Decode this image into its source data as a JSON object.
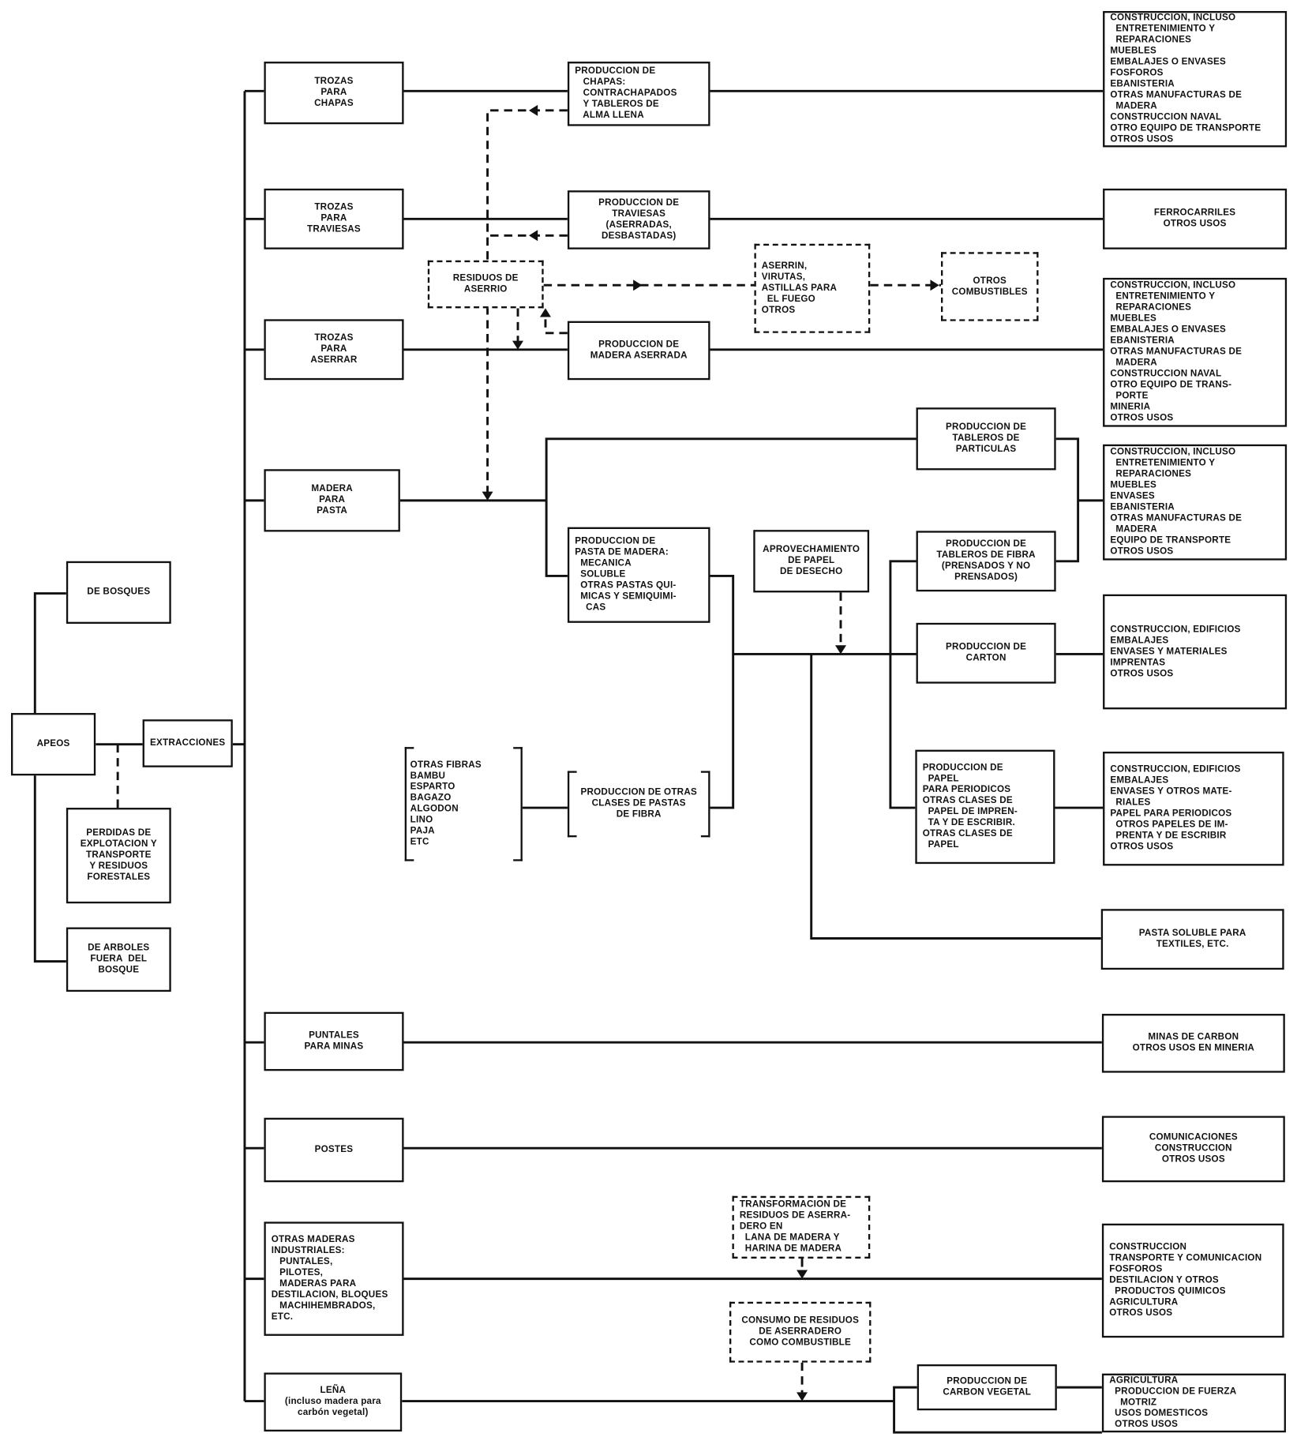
{
  "nodes": {
    "apeos": {
      "lines": [
        "APEOS"
      ]
    },
    "extracciones": {
      "lines": [
        "EXTRACCIONES"
      ]
    },
    "de_bosques": {
      "lines": [
        "DE BOSQUES"
      ]
    },
    "perdidas": {
      "lines": [
        "PERDIDAS DE",
        "EXPLOTACION Y",
        "TRANSPORTE",
        "Y RESIDUOS",
        "FORESTALES"
      ]
    },
    "arboles": {
      "lines": [
        "DE ARBOLES",
        "FUERA  DEL",
        "BOSQUE"
      ]
    },
    "trozas_chapas": {
      "lines": [
        "TROZAS",
        "PARA",
        "CHAPAS"
      ]
    },
    "trozas_traviesas": {
      "lines": [
        "TROZAS",
        "PARA",
        "TRAVIESAS"
      ]
    },
    "trozas_aserrar": {
      "lines": [
        "TROZAS",
        "PARA",
        "ASERRAR"
      ]
    },
    "madera_pasta": {
      "lines": [
        "MADERA",
        "PARA",
        "PASTA"
      ]
    },
    "puntales": {
      "lines": [
        "PUNTALES",
        "PARA MINAS"
      ]
    },
    "postes": {
      "lines": [
        "POSTES"
      ]
    },
    "otras_maderas": {
      "lines": [
        "OTRAS MADERAS",
        "INDUSTRIALES:",
        "   PUNTALES,",
        "   PILOTES,",
        "   MADERAS PARA",
        "DESTILACION, BLOQUES",
        "   MACHIHEMBRADOS,",
        "ETC."
      ]
    },
    "lena": {
      "lines": [
        "LEÑA",
        "(incluso madera para",
        "carbón vegetal)"
      ]
    },
    "prod_chapas": {
      "lines": [
        "PRODUCCION DE",
        "   CHAPAS:",
        "   CONTRACHAPADOS",
        "   Y TABLEROS DE",
        "   ALMA LLENA"
      ]
    },
    "prod_traviesas": {
      "lines": [
        "PRODUCCION DE",
        "TRAVIESAS",
        "(ASERRADAS,",
        "DESBASTADAS)"
      ]
    },
    "residuos": {
      "lines": [
        "RESIDUOS DE",
        "ASERRIO"
      ]
    },
    "prod_aserrada": {
      "lines": [
        "PRODUCCION DE",
        "MADERA ASERRADA"
      ]
    },
    "aserrin": {
      "lines": [
        "ASERRIN,",
        "VIRUTAS,",
        "ASTILLAS PARA",
        "  EL FUEGO",
        "OTROS"
      ]
    },
    "otros_comb": {
      "lines": [
        "OTROS",
        "COMBUSTIBLES"
      ]
    },
    "tableros_part": {
      "lines": [
        "PRODUCCION DE",
        "TABLEROS DE",
        "PARTICULAS"
      ]
    },
    "pasta_madera": {
      "lines": [
        "PRODUCCION DE",
        "PASTA DE MADERA:",
        "  MECANICA",
        "  SOLUBLE",
        "  OTRAS PASTAS QUI-",
        "  MICAS Y SEMIQUIMI-",
        "    CAS"
      ]
    },
    "aprovech": {
      "lines": [
        "APROVECHAMIENTO",
        "DE PAPEL",
        "DE DESECHO"
      ]
    },
    "tableros_fibra": {
      "lines": [
        "PRODUCCION DE",
        "TABLEROS DE FIBRA",
        "(PRENSADOS Y NO",
        "PRENSADOS)"
      ]
    },
    "carton": {
      "lines": [
        "PRODUCCION DE",
        "CARTON"
      ]
    },
    "papel": {
      "lines": [
        "PRODUCCION DE",
        "  PAPEL",
        "PARA PERIODICOS",
        "OTRAS CLASES DE",
        "  PAPEL DE IMPREN-",
        "  TA Y DE ESCRIBIR.",
        "OTRAS CLASES DE",
        "  PAPEL"
      ]
    },
    "otras_fibras": {
      "lines": [
        "OTRAS FIBRAS",
        "BAMBU",
        "ESPARTO",
        "BAGAZO",
        "ALGODON",
        "LINO",
        "PAJA",
        "ETC"
      ]
    },
    "otras_pastas": {
      "lines": [
        "PRODUCCION DE OTRAS",
        "CLASES DE PASTAS",
        "DE FIBRA"
      ]
    },
    "transformacion": {
      "lines": [
        "TRANSFORMACION DE",
        "RESIDUOS DE ASERRA-",
        "DERO EN",
        "  LANA DE MADERA Y",
        "  HARINA DE MADERA"
      ]
    },
    "consumo": {
      "lines": [
        "CONSUMO DE RESIDUOS",
        "DE ASERRADERO",
        "COMO COMBUSTIBLE"
      ]
    },
    "carbon": {
      "lines": [
        "PRODUCCION DE",
        "CARBON VEGETAL"
      ]
    },
    "r_chapas": {
      "lines": [
        "CONSTRUCCION, INCLUSO",
        "  ENTRETENIMIENTO Y",
        "  REPARACIONES",
        "MUEBLES",
        "EMBALAJES O ENVASES",
        "FOSFOROS",
        "EBANISTERIA",
        "OTRAS MANUFACTURAS DE",
        "  MADERA",
        "CONSTRUCCION NAVAL",
        "OTRO EQUIPO DE TRANSPORTE",
        "OTROS USOS"
      ]
    },
    "r_traviesas": {
      "lines": [
        "FERROCARRILES",
        "OTROS USOS"
      ]
    },
    "r_aserrar": {
      "lines": [
        "CONSTRUCCION, INCLUSO",
        "  ENTRETENIMIENTO Y",
        "  REPARACIONES",
        "MUEBLES",
        "EMBALAJES O ENVASES",
        "EBANISTERIA",
        "OTRAS MANUFACTURAS DE",
        "  MADERA",
        "CONSTRUCCION NAVAL",
        "OTRO EQUIPO DE TRANS-",
        "  PORTE",
        "MINERIA",
        "OTROS USOS"
      ]
    },
    "r_pasta": {
      "lines": [
        "CONSTRUCCION, INCLUSO",
        "  ENTRETENIMIENTO Y",
        "  REPARACIONES",
        "MUEBLES",
        "ENVASES",
        "EBANISTERIA",
        "OTRAS MANUFACTURAS DE",
        "  MADERA",
        "EQUIPO DE TRANSPORTE",
        "OTROS USOS"
      ]
    },
    "r_carton": {
      "lines": [
        "CONSTRUCCION, EDIFICIOS",
        "EMBALAJES",
        "ENVASES Y MATERIALES",
        "IMPRENTAS",
        "OTROS USOS"
      ]
    },
    "r_papel": {
      "lines": [
        "CONSTRUCCION, EDIFICIOS",
        "EMBALAJES",
        "ENVASES Y OTROS MATE-",
        "  RIALES",
        "PAPEL PARA PERIODICOS",
        "  OTROS PAPELES DE IM-",
        "  PRENTA Y DE ESCRIBIR",
        "OTROS USOS"
      ]
    },
    "r_soluble": {
      "lines": [
        "PASTA SOLUBLE PARA",
        "TEXTILES, ETC."
      ]
    },
    "r_puntales": {
      "lines": [
        "MINAS DE CARBON",
        "OTROS USOS EN MINERIA"
      ]
    },
    "r_postes": {
      "lines": [
        "COMUNICACIONES",
        "CONSTRUCCION",
        "OTROS USOS"
      ]
    },
    "r_otras": {
      "lines": [
        "CONSTRUCCION",
        "TRANSPORTE Y COMUNICACION",
        "FOSFOROS",
        "DESTILACION Y OTROS",
        "  PRODUCTOS QUIMICOS",
        "AGRICULTURA",
        "OTROS USOS"
      ]
    },
    "r_lena": {
      "lines": [
        "AGRICULTURA",
        "  PRODUCCION DE FUERZA",
        "    MOTRIZ",
        "  USOS DOMESTICOS",
        "  OTROS USOS"
      ]
    }
  },
  "colors": {
    "ink": "#111111",
    "paper": "#ffffff"
  }
}
